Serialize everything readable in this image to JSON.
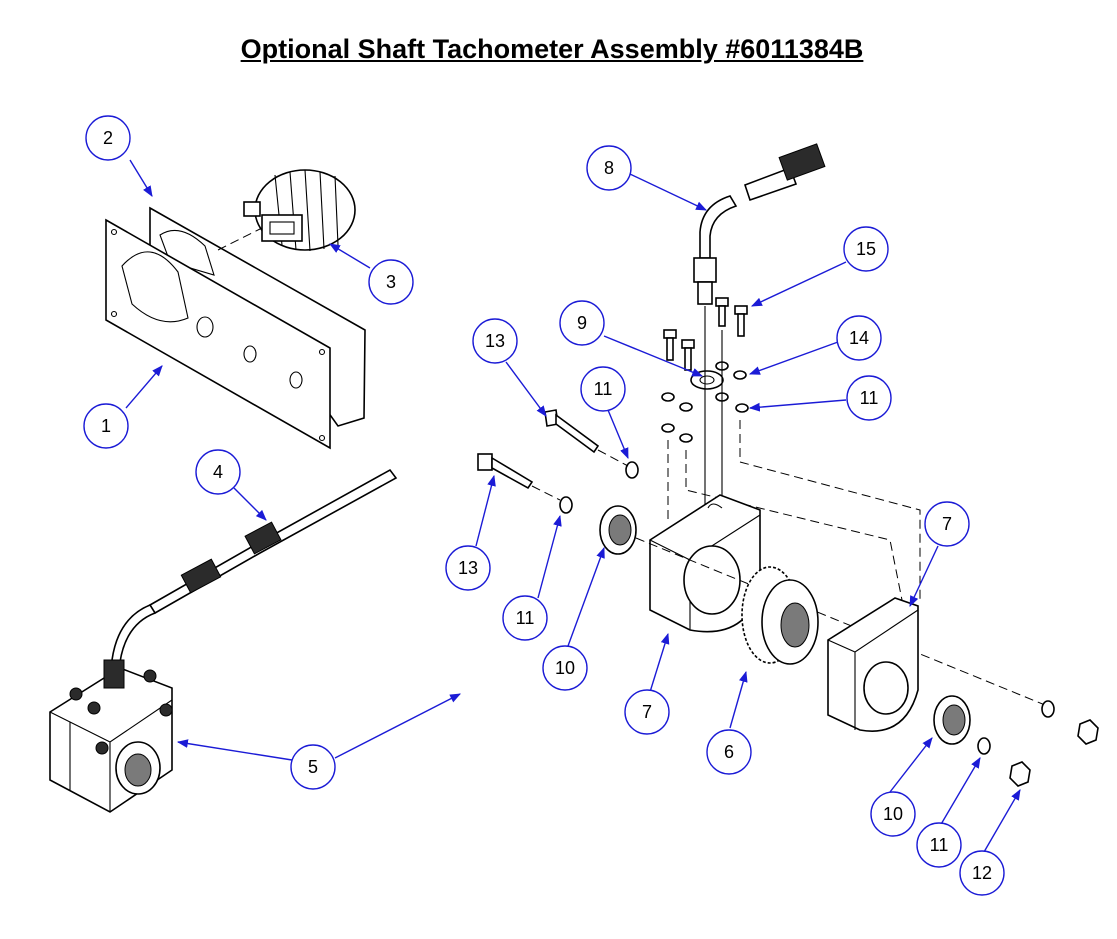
{
  "title": "Optional Shaft Tachometer Assembly #6011384B",
  "colors": {
    "callout": "#1b1bd6",
    "line": "#000000",
    "background": "#ffffff"
  },
  "callouts": [
    {
      "id": "c1",
      "label": "1"
    },
    {
      "id": "c2",
      "label": "2"
    },
    {
      "id": "c3",
      "label": "3"
    },
    {
      "id": "c4",
      "label": "4"
    },
    {
      "id": "c5",
      "label": "5"
    },
    {
      "id": "c6",
      "label": "6"
    },
    {
      "id": "c7a",
      "label": "7"
    },
    {
      "id": "c7b",
      "label": "7"
    },
    {
      "id": "c8",
      "label": "8"
    },
    {
      "id": "c9",
      "label": "9"
    },
    {
      "id": "c10a",
      "label": "10"
    },
    {
      "id": "c10b",
      "label": "10"
    },
    {
      "id": "c11a",
      "label": "11"
    },
    {
      "id": "c11b",
      "label": "11"
    },
    {
      "id": "c11c",
      "label": "11"
    },
    {
      "id": "c11d",
      "label": "11"
    },
    {
      "id": "c12",
      "label": "12"
    },
    {
      "id": "c13a",
      "label": "13"
    },
    {
      "id": "c13b",
      "label": "13"
    },
    {
      "id": "c14",
      "label": "14"
    },
    {
      "id": "c15",
      "label": "15"
    }
  ]
}
